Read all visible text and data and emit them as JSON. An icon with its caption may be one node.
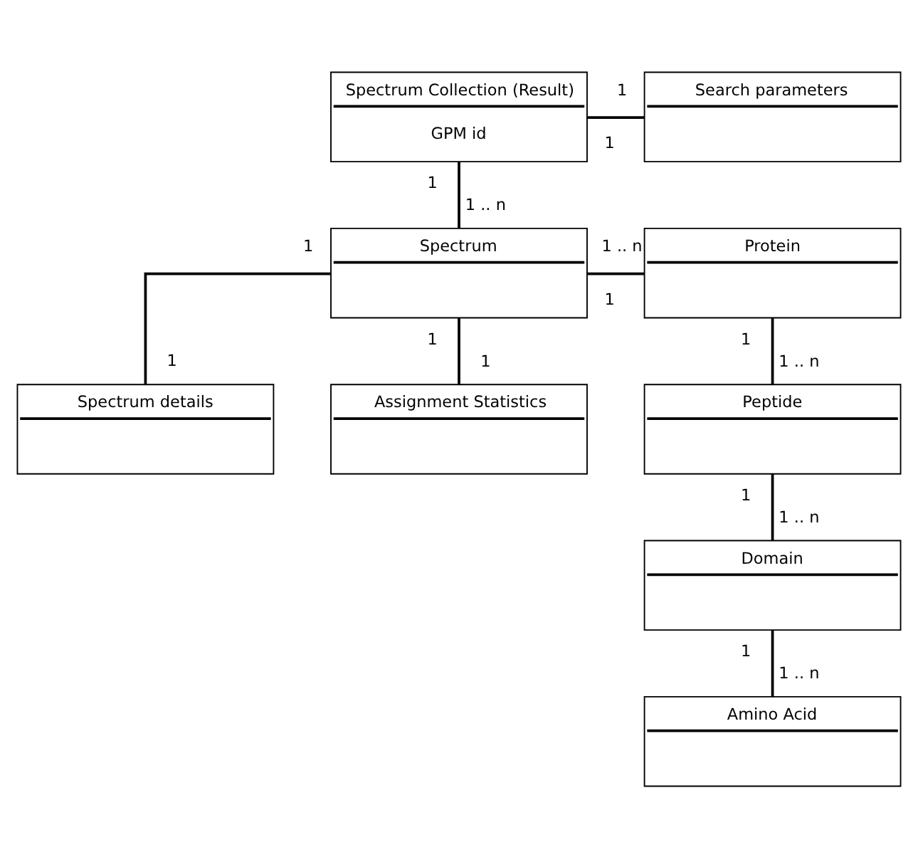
{
  "diagram": {
    "nodes": [
      {
        "text": [
          "Spectrum Collection (Result)",
          "GPM id"
        ]
      },
      {
        "text": [
          "Search parameters"
        ]
      },
      {
        "text": [
          "Spectrum"
        ]
      },
      {
        "text": [
          "Protein"
        ]
      },
      {
        "text": [
          "Peptide"
        ]
      },
      {
        "text": [
          "Spectrum details"
        ]
      },
      {
        "text": [
          "Domain"
        ]
      },
      {
        "text": [
          "Assignment Statistics"
        ]
      },
      {
        "text": [
          "Amino Acid"
        ]
      }
    ],
    "edges": [
      {
        "from": 0,
        "to": 1,
        "arrow": "none"
      },
      {
        "from": 0,
        "to": 2,
        "arrow": "none"
      },
      {
        "from": 2,
        "to": 3,
        "arrow": "none"
      },
      {
        "from": 2,
        "to": 5,
        "arrow": "none"
      },
      {
        "from": 2,
        "to": 7,
        "arrow": "none"
      },
      {
        "from": 3,
        "to": 4,
        "arrow": "none"
      },
      {
        "from": 4,
        "to": 6,
        "arrow": "none"
      },
      {
        "from": 6,
        "to": 8,
        "arrow": "none"
      }
    ],
    "labels": [
      "1",
      "1",
      "1",
      "1 .. n",
      "1",
      "1 .. n",
      "1",
      "1",
      "1",
      "1 .. n",
      "1",
      "1",
      "1 .. n",
      "1",
      "1",
      "1 .. n"
    ]
  }
}
